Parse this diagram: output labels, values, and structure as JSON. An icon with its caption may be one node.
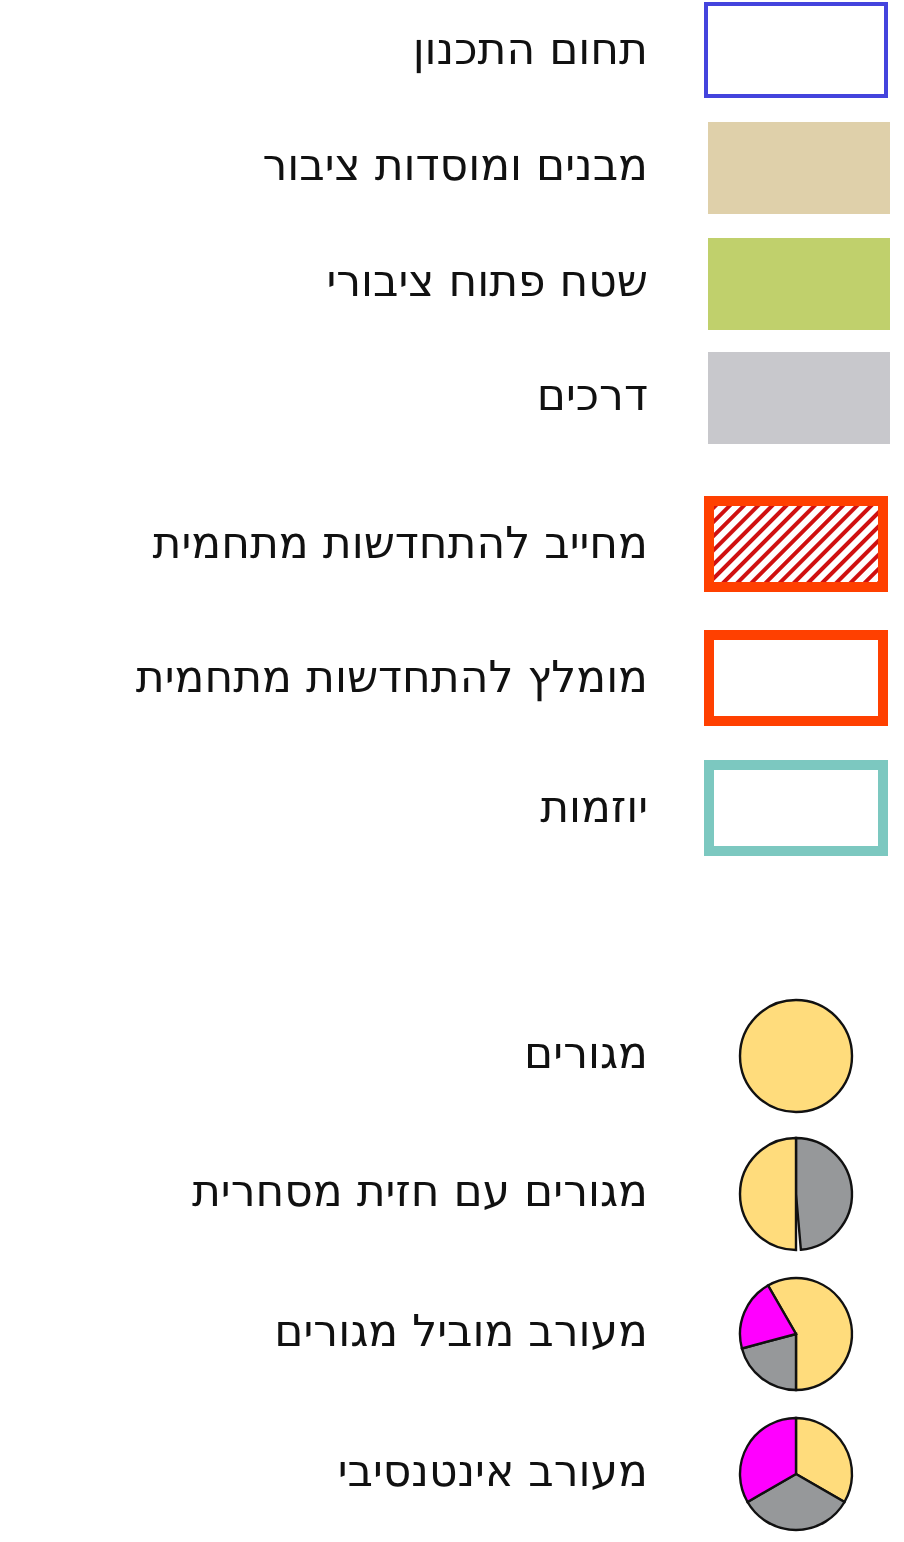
{
  "diagram": {
    "legend": [
      {
        "text": "תחום התכנון"
      },
      {
        "text": "מבנים ומוסדות ציבור",
        "color": "#dfd0aa"
      },
      {
        "text": "שטח פתוח ציבורי",
        "color": "#c0d06c"
      },
      {
        "text": "דרכים",
        "color": "#c8c8cc"
      },
      {
        "text": "מחייב להתחדשות מתחמית"
      },
      {
        "text": "מומלץ להתחדשות מתחמית"
      },
      {
        "text": "יוזמות"
      },
      {
        "text": "מגורים"
      },
      {
        "text": "מגורים עם חזית מסחרית"
      },
      {
        "text": "מעורב מוביל מגורים"
      },
      {
        "text": "מעורב אינטנסיבי"
      }
    ]
  }
}
